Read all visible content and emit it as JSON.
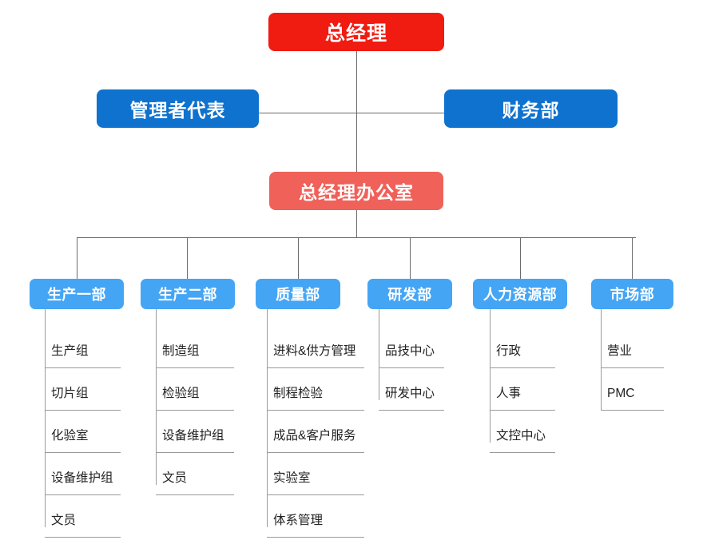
{
  "chart": {
    "title_node": {
      "label": "总经理",
      "color": "#f01b11"
    },
    "level2": [
      {
        "label": "管理者代表",
        "color": "#0e72ce"
      },
      {
        "label": "财务部",
        "color": "#0e72ce"
      }
    ],
    "office": {
      "label": "总经理办公室",
      "color": "#ef6159"
    },
    "departments": [
      {
        "label": "生产一部",
        "color": "#45a5f5",
        "items": [
          "生产组",
          "切片组",
          "化验室",
          "设备维护组",
          "文员"
        ]
      },
      {
        "label": "生产二部",
        "color": "#45a5f5",
        "items": [
          "制造组",
          "检验组",
          "设备维护组",
          "文员"
        ]
      },
      {
        "label": "质量部",
        "color": "#45a5f5",
        "items": [
          "进料&供方管理",
          "制程检验",
          "成品&客户服务",
          "实验室",
          "体系管理"
        ]
      },
      {
        "label": "研发部",
        "color": "#45a5f5",
        "items": [
          "品技中心",
          "研发中心"
        ]
      },
      {
        "label": "人力资源部",
        "color": "#45a5f5",
        "items": [
          "行政",
          "人事",
          "文控中心"
        ]
      },
      {
        "label": "市场部",
        "color": "#45a5f5",
        "items": [
          "营业",
          "PMC"
        ]
      }
    ]
  }
}
